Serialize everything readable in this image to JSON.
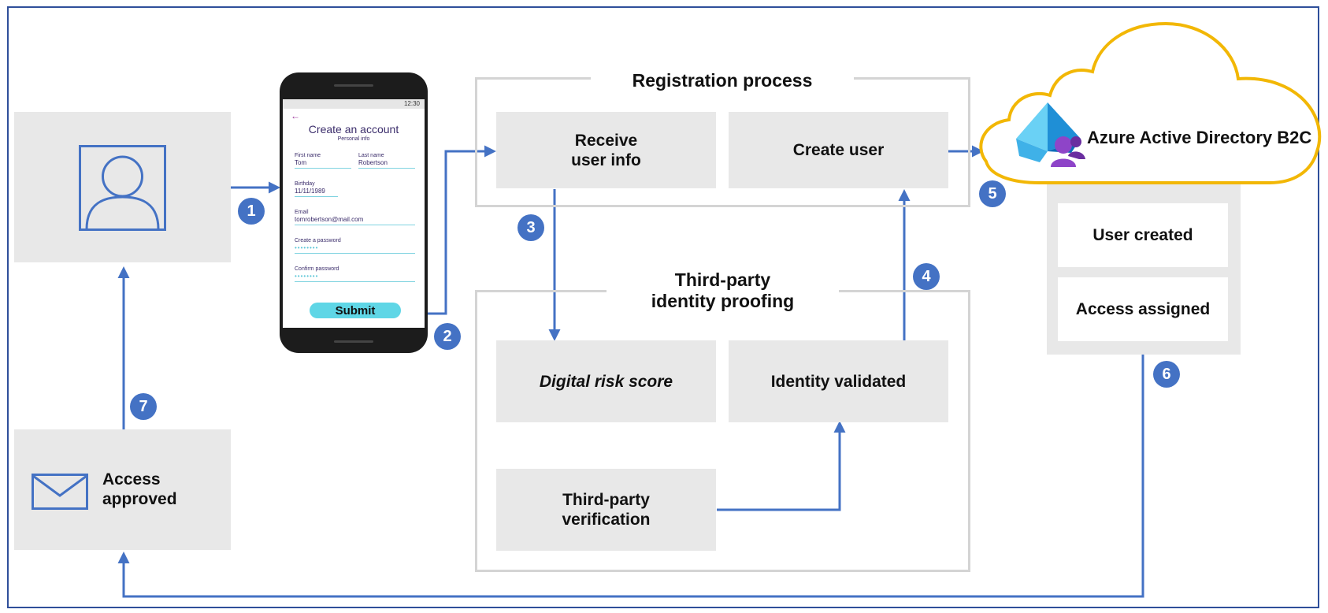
{
  "colors": {
    "accent": "#4472c4",
    "box_fill": "#e8e8e8",
    "group_border": "#d4d4d4",
    "cloud_border": "#f2b705",
    "frame": "#2f4f9a",
    "submit": "#5fd6e6"
  },
  "user_box": {
    "icon": "user-icon"
  },
  "access_box": {
    "icon": "mail-icon",
    "label": "Access\napproved"
  },
  "phone": {
    "time": "12:30",
    "back_icon": "back-arrow-icon",
    "title": "Create an account",
    "subtitle": "Personal info",
    "first_name_label": "First name",
    "first_name_value": "Tom",
    "last_name_label": "Last name",
    "last_name_value": "Robertson",
    "birthday_label": "Birthday",
    "birthday_value": "11/11/1989",
    "email_label": "Email",
    "email_value": "tomrobertson@mail.com",
    "create_password_label": "Create a password",
    "create_password_value": "••••••••",
    "confirm_password_label": "Confirm password",
    "confirm_password_value": "••••••••",
    "submit_label": "Submit"
  },
  "registration": {
    "title": "Registration process",
    "receive_label": "Receive\nuser info",
    "create_user_label": "Create user"
  },
  "proofing": {
    "title": "Third-party\nidentity proofing",
    "digital_risk_label": "Digital risk score",
    "identity_validated_label": "Identity validated",
    "third_party_label": "Third-party\nverification"
  },
  "azure": {
    "icon": "azure-ad-b2c-icon",
    "title": "Azure Active Directory B2C",
    "user_created_label": "User created",
    "access_assigned_label": "Access assigned"
  },
  "steps": [
    "1",
    "2",
    "3",
    "4",
    "5",
    "6",
    "7"
  ]
}
